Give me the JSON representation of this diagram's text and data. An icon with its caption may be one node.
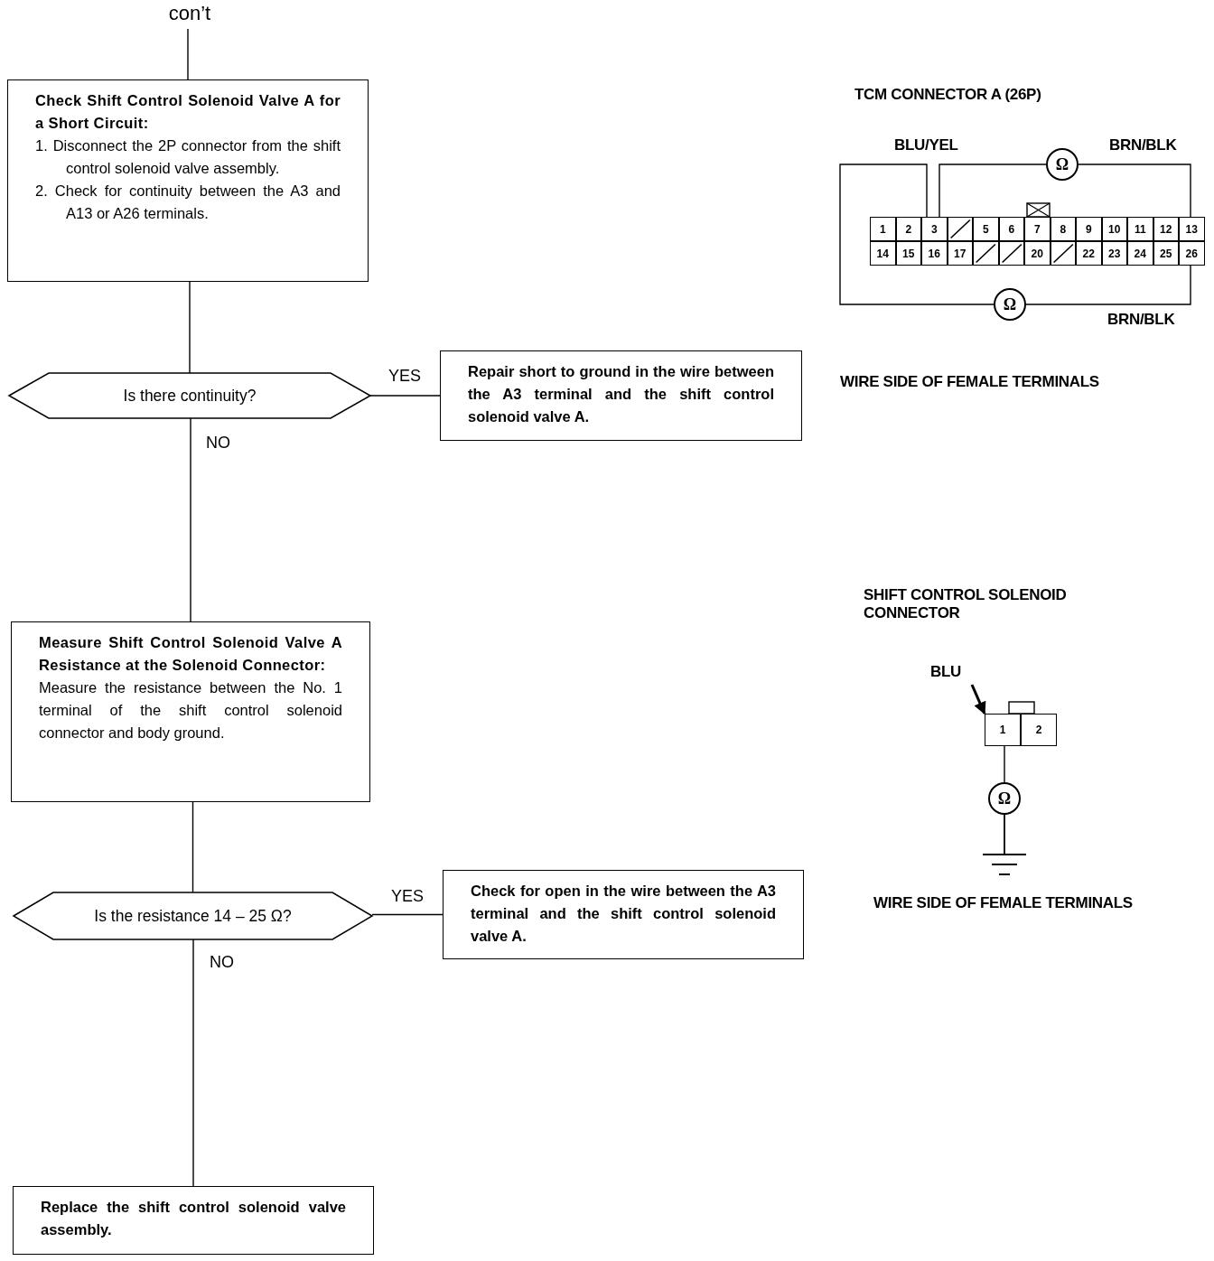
{
  "diagram": {
    "nodes": [
      {
        "text": [
          "con’t"
        ]
      },
      {
        "text": [
          "Check Shift Control Solenoid Valve A for a Short Circuit:",
          "1. Disconnect the 2P connector from the shift control solenoid valve assembly.",
          "2. Check for continuity between the A3 and A13 or A26 terminals."
        ]
      },
      {
        "text": [
          "Is there continuity?"
        ]
      },
      {
        "text": [
          "Repair short to ground in the wire between the A3 terminal and the shift control solenoid valve A."
        ]
      },
      {
        "text": [
          "Measure Shift Control Solenoid Valve A Resistance at the Solenoid Connector:",
          "Measure the resistance between the No. 1 terminal of the shift control solenoid connector and body ground."
        ]
      },
      {
        "text": [
          "Is the resistance 14 – 25 Ω?"
        ]
      },
      {
        "text": [
          "Check for open in the wire between the A3 terminal and the shift control solenoid valve A."
        ]
      },
      {
        "text": [
          "Replace the shift control solenoid valve assembly."
        ]
      },
      {
        "text": [
          "Ω"
        ]
      },
      {
        "text": [
          "1"
        ]
      },
      {
        "text": [
          "2"
        ]
      },
      {
        "text": [
          "3"
        ]
      },
      {
        "text": [],
        "shape": "box"
      },
      {
        "text": [
          "5"
        ]
      },
      {
        "text": [
          "6"
        ]
      },
      {
        "text": [
          "7"
        ]
      },
      {
        "text": [
          "8"
        ]
      },
      {
        "text": [
          "9"
        ]
      },
      {
        "text": [
          "10"
        ]
      },
      {
        "text": [
          "11"
        ]
      },
      {
        "text": [
          "12"
        ]
      },
      {
        "text": [
          "13"
        ]
      },
      {
        "text": [
          "14"
        ]
      },
      {
        "text": [
          "15"
        ]
      },
      {
        "text": [
          "16"
        ]
      },
      {
        "text": [
          "17"
        ]
      },
      {
        "text": [],
        "shape": "box"
      },
      {
        "text": [],
        "shape": "box"
      },
      {
        "text": [
          "20"
        ]
      },
      {
        "text": [],
        "shape": "box"
      },
      {
        "text": [
          "22"
        ]
      },
      {
        "text": [
          "23"
        ]
      },
      {
        "text": [
          "24"
        ]
      },
      {
        "text": [
          "25"
        ]
      },
      {
        "text": [
          "26"
        ]
      },
      {
        "text": [
          "Ω"
        ]
      },
      {
        "text": [
          "BLU"
        ]
      },
      {
        "text": [
          "1"
        ]
      },
      {
        "text": [
          "2"
        ]
      },
      {
        "text": [
          "Ω"
        ]
      }
    ],
    "edges": [
      {
        "from": 0,
        "to": 1,
        "arrow": "none"
      },
      {
        "from": 1,
        "to": 2,
        "arrow": "none"
      },
      {
        "from": 2,
        "to": 3,
        "arrow": "none",
        "label": "YES"
      },
      {
        "from": 2,
        "to": 4,
        "arrow": "none",
        "label": "NO"
      },
      {
        "from": 4,
        "to": 5,
        "arrow": "none"
      },
      {
        "from": 5,
        "to": 6,
        "arrow": "none",
        "label": "YES"
      },
      {
        "from": 5,
        "to": 7,
        "arrow": "none",
        "label": "NO"
      },
      {
        "from": 11,
        "to": 8,
        "arrow": "none"
      },
      {
        "from": 8,
        "to": 21,
        "arrow": "none"
      },
      {
        "from": 11,
        "to": 35,
        "arrow": "none"
      },
      {
        "from": 35,
        "to": 34,
        "arrow": "none"
      },
      {
        "from": 36,
        "to": 37,
        "arrow": "to"
      },
      {
        "from": 37,
        "to": 39,
        "arrow": "none"
      }
    ],
    "labels": [
      "TCM CONNECTOR A (26P)",
      "BLU/YEL",
      "BRN/BLK",
      "BRN/BLK",
      "WIRE SIDE OF FEMALE TERMINALS",
      "SHIFT CONTROL SOLENOID CONNECTOR",
      "WIRE SIDE OF FEMALE TERMINALS"
    ]
  }
}
